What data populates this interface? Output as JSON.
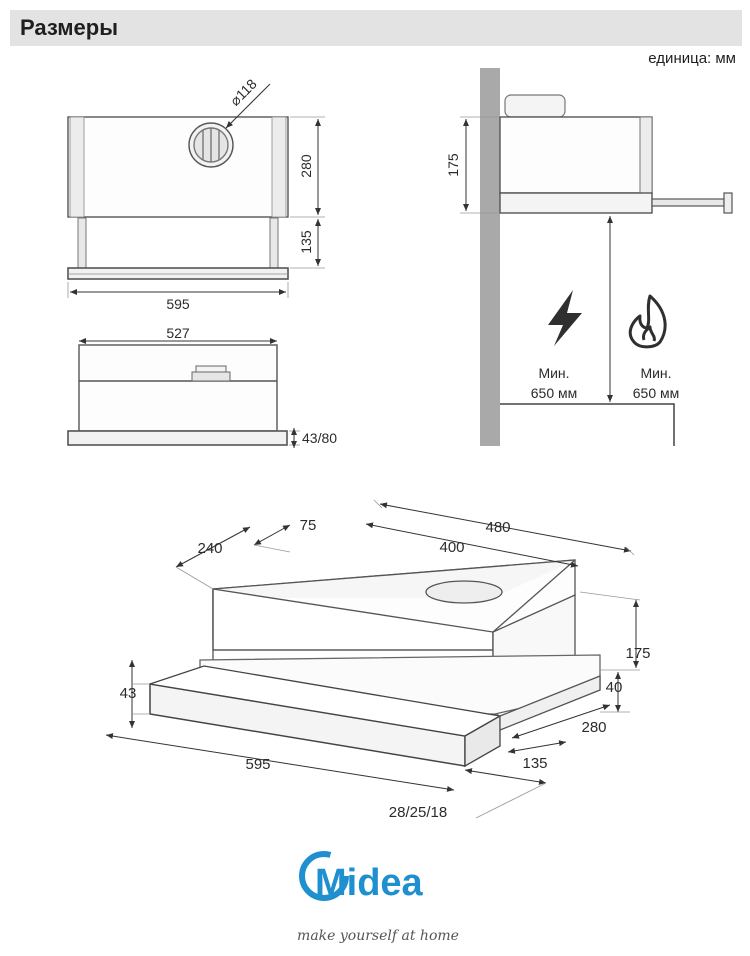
{
  "header": {
    "title": "Размеры"
  },
  "unit_label": "единица: мм",
  "front_view": {
    "diameter": "⌀118",
    "height_body": "280",
    "height_lower": "135",
    "width": "595"
  },
  "bottom_view": {
    "inner_width": "527",
    "front_height": "43/80"
  },
  "side_view": {
    "depth_height": "175",
    "electric_label": "Мин.",
    "electric_value": "650 мм",
    "gas_label": "Мин.",
    "gas_value": "650 мм"
  },
  "iso_view": {
    "d480": "480",
    "d400": "400",
    "d240": "240",
    "d75": "75",
    "d175": "175",
    "d40": "40",
    "d280": "280",
    "d135": "135",
    "d43": "43",
    "d595": "595",
    "d_trim": "28/25/18"
  },
  "brand": {
    "name": "Midea",
    "slogan": "make yourself at home",
    "color": "#1e8fcf"
  }
}
